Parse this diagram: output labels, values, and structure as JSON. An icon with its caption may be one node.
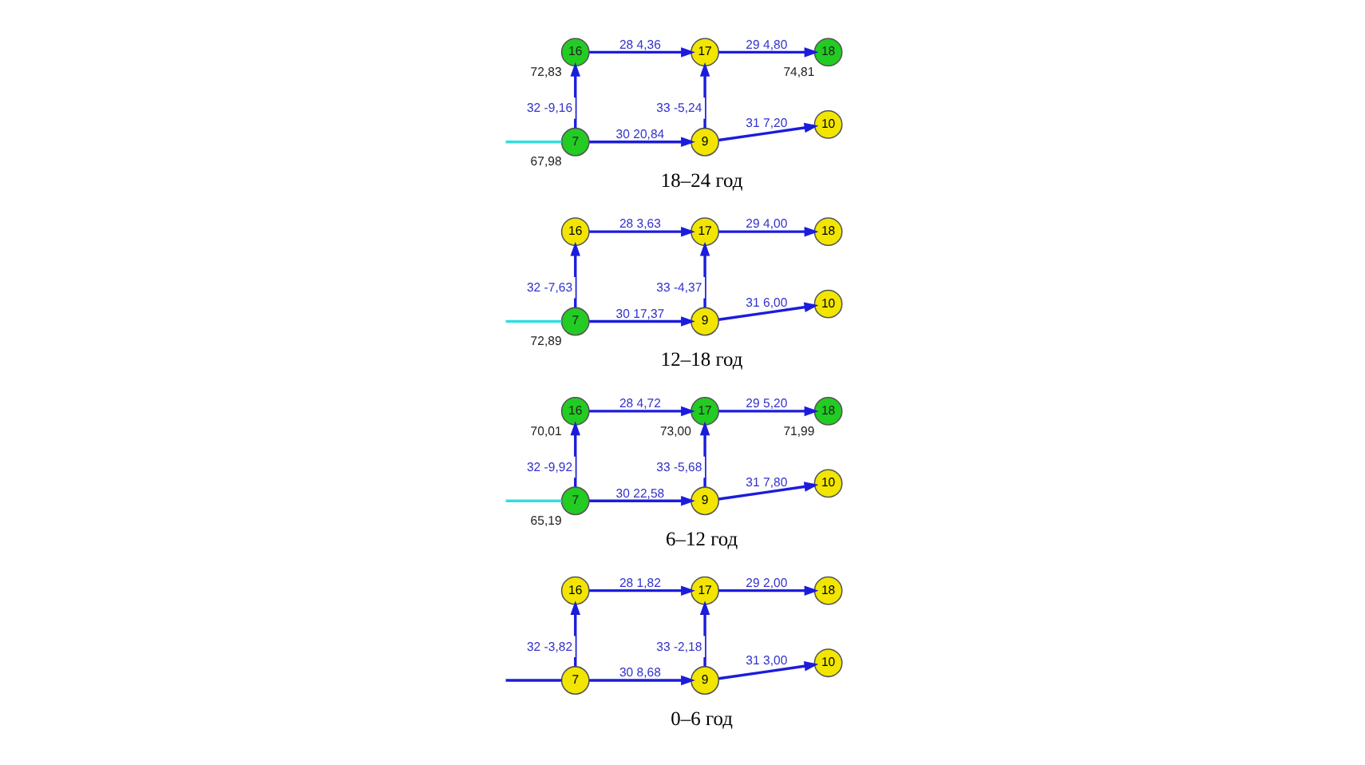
{
  "diagram": {
    "nodes": [
      {
        "text": [
          "16"
        ]
      },
      {
        "text": [
          "17"
        ]
      },
      {
        "text": [
          "18"
        ]
      },
      {
        "text": [
          "7"
        ]
      },
      {
        "text": [
          "9"
        ]
      },
      {
        "text": [
          "10"
        ]
      },
      {
        "text": [
          "16"
        ],
        "beside": [
          "70,01"
        ]
      },
      {
        "text": [
          "17"
        ],
        "beside": [
          "73,00"
        ]
      },
      {
        "text": [
          "18"
        ],
        "beside": [
          "71,99"
        ]
      },
      {
        "text": [
          "7"
        ],
        "beside": [
          "65,19"
        ]
      },
      {
        "text": [
          "9"
        ]
      },
      {
        "text": [
          "10"
        ]
      },
      {
        "text": [
          "16"
        ]
      },
      {
        "text": [
          "17"
        ]
      },
      {
        "text": [
          "18"
        ]
      },
      {
        "text": [
          "7"
        ],
        "beside": [
          "72,89"
        ]
      },
      {
        "text": [
          "9"
        ]
      },
      {
        "text": [
          "10"
        ]
      },
      {
        "text": [
          "16"
        ],
        "beside": [
          "72,83"
        ]
      },
      {
        "text": [
          "17"
        ]
      },
      {
        "text": [
          "18"
        ],
        "beside": [
          "74,81"
        ]
      },
      {
        "text": [
          "7"
        ],
        "beside": [
          "67,98"
        ]
      },
      {
        "text": [
          "9"
        ]
      },
      {
        "text": [
          "10"
        ]
      }
    ],
    "edges": [
      {
        "from": null,
        "to": 3,
        "arrow": "none"
      },
      {
        "from": 0,
        "to": 1,
        "arrow": "to",
        "label": "28 1,82"
      },
      {
        "from": 1,
        "to": 2,
        "arrow": "to",
        "label": "29 2,00"
      },
      {
        "from": 3,
        "to": 0,
        "arrow": "to",
        "label": "32 -3,82"
      },
      {
        "from": 4,
        "to": 1,
        "arrow": "to",
        "label": "33 -2,18"
      },
      {
        "from": 3,
        "to": 4,
        "arrow": "to",
        "label": "30 8,68"
      },
      {
        "from": 4,
        "to": 5,
        "arrow": "to",
        "label": "31 3,00"
      },
      {
        "from": null,
        "to": 9,
        "arrow": "none",
        "color": "#33dde0"
      },
      {
        "from": 6,
        "to": 7,
        "arrow": "to",
        "label": "28 4,72"
      },
      {
        "from": 7,
        "to": 8,
        "arrow": "to",
        "label": "29 5,20"
      },
      {
        "from": 9,
        "to": 6,
        "arrow": "to",
        "label": "32 -9,92"
      },
      {
        "from": 10,
        "to": 7,
        "arrow": "to",
        "label": "33 -5,68"
      },
      {
        "from": 9,
        "to": 10,
        "arrow": "to",
        "label": "30 22,58"
      },
      {
        "from": 10,
        "to": 11,
        "arrow": "to",
        "label": "31 7,80"
      },
      {
        "from": null,
        "to": 15,
        "arrow": "none",
        "color": "#33dde0"
      },
      {
        "from": 12,
        "to": 13,
        "arrow": "to",
        "label": "28 3,63"
      },
      {
        "from": 13,
        "to": 14,
        "arrow": "to",
        "label": "29 4,00"
      },
      {
        "from": 15,
        "to": 12,
        "arrow": "to",
        "label": "32 -7,63"
      },
      {
        "from": 16,
        "to": 13,
        "arrow": "to",
        "label": "33 -4,37"
      },
      {
        "from": 15,
        "to": 16,
        "arrow": "to",
        "label": "30 17,37"
      },
      {
        "from": 16,
        "to": 17,
        "arrow": "to",
        "label": "31 6,00"
      },
      {
        "from": null,
        "to": 21,
        "arrow": "none",
        "color": "#33dde0"
      },
      {
        "from": 18,
        "to": 19,
        "arrow": "to",
        "label": "28 4,36"
      },
      {
        "from": 19,
        "to": 20,
        "arrow": "to",
        "label": "29 4,80"
      },
      {
        "from": 21,
        "to": 18,
        "arrow": "to",
        "label": "32 -9,16"
      },
      {
        "from": 22,
        "to": 19,
        "arrow": "to",
        "label": "33 -5,24"
      },
      {
        "from": 21,
        "to": 22,
        "arrow": "to",
        "label": "30 20,84"
      },
      {
        "from": 22,
        "to": 23,
        "arrow": "to",
        "label": "31 7,20"
      }
    ],
    "labels": [
      "0–6 год",
      "6–12 год",
      "12–18 год",
      "18–24 год"
    ]
  }
}
